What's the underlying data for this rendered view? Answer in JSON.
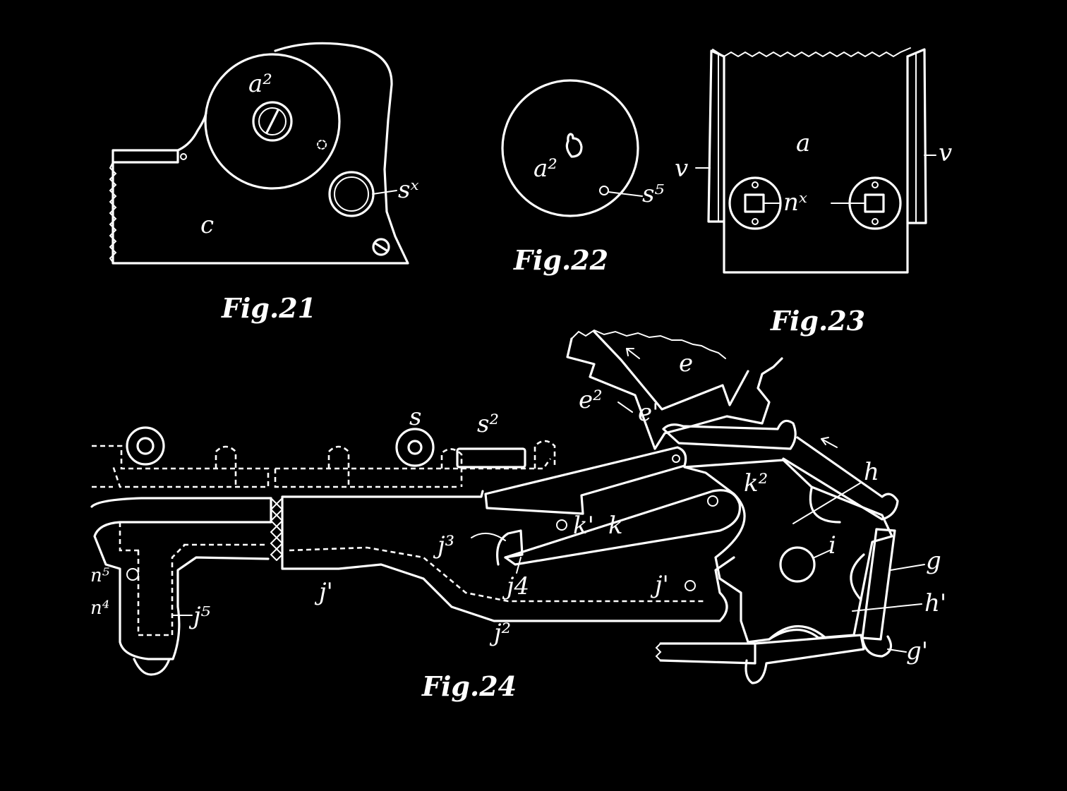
{
  "colors": {
    "background": "#000000",
    "ink": "#ffffff"
  },
  "figures": {
    "fig21": {
      "caption": "Fig.21",
      "labels": {
        "a2": "a²",
        "c": "c",
        "sx": "sˣ"
      }
    },
    "fig22": {
      "caption": "Fig.22",
      "labels": {
        "a2": "a²",
        "s5": "s⁵"
      }
    },
    "fig23": {
      "caption": "Fig.23",
      "labels": {
        "a": "a",
        "v_left": "v",
        "v_right": "v",
        "nx": "nˣ"
      }
    },
    "fig24": {
      "caption": "Fig.24",
      "labels": {
        "e": "e",
        "e2": "e²",
        "e1": "e'",
        "s": "s",
        "s2": "s²",
        "h": "h",
        "k2": "k²",
        "k1": "k'",
        "k": "k",
        "j3": "j³",
        "i": "i",
        "j4": "j4",
        "j1a": "j'",
        "j1b": "j'",
        "j2": "j²",
        "g": "g",
        "h1": "h'",
        "g1": "g'",
        "j5": "j⁵",
        "n5": "n⁵",
        "n4": "n⁴"
      }
    }
  }
}
